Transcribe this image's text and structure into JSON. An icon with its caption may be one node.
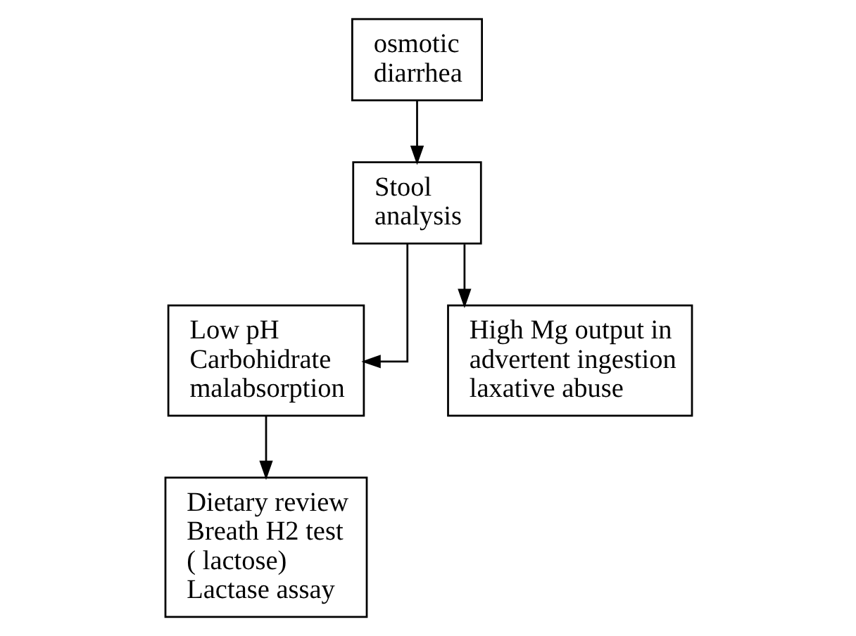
{
  "diagram": {
    "nodes": [
      {
        "text": [
          "osmotic diarrhea"
        ]
      },
      {
        "text": [
          "Stool analysis"
        ]
      },
      {
        "text": [
          "Low pH Carbohidrate malabsorption"
        ]
      },
      {
        "text": [
          "High Mg output in advertent ingestion laxative abuse"
        ]
      },
      {
        "text": [
          "Dietary review Breath H2 test ( lactose) Lactase assay"
        ]
      }
    ],
    "edges": [
      {
        "from": 0,
        "to": 1,
        "arrow": "to"
      },
      {
        "from": 1,
        "to": 2,
        "arrow": "to"
      },
      {
        "from": 1,
        "to": 3,
        "arrow": "to"
      },
      {
        "from": 2,
        "to": 4,
        "arrow": "to"
      }
    ]
  }
}
